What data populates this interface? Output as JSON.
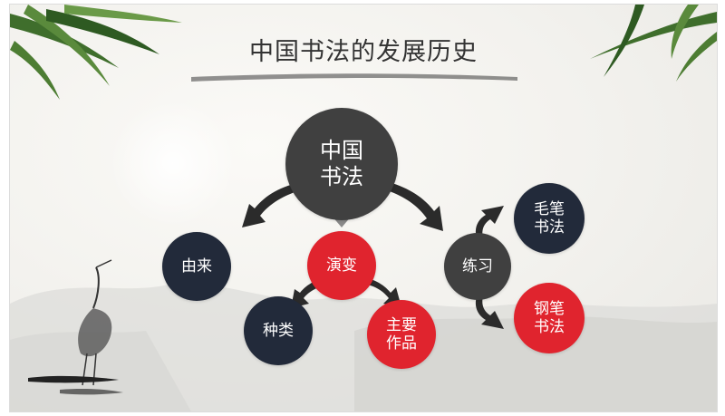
{
  "slide": {
    "title": "中国书法的发展历史",
    "center": {
      "line1": "中国",
      "line2": "书法"
    },
    "nodes": {
      "origin": "由来",
      "evolution": "演变",
      "practice": "练习",
      "types": "种类",
      "works": {
        "line1": "主要",
        "line2": "作品"
      },
      "brush": {
        "line1": "毛笔",
        "line2": "书法"
      },
      "pen": {
        "line1": "钢笔",
        "line2": "书法"
      }
    }
  },
  "colors": {
    "dark_gray": "#404040",
    "navy": "#222a3a",
    "red": "#e0242e",
    "title_text": "#333333",
    "bamboo_green": "#3f6e2c"
  },
  "icons": [
    "bamboo-leaves-icon",
    "crane-icon",
    "ink-mountains-icon",
    "brush-arrow-icon",
    "triangle-pointer-icon"
  ]
}
